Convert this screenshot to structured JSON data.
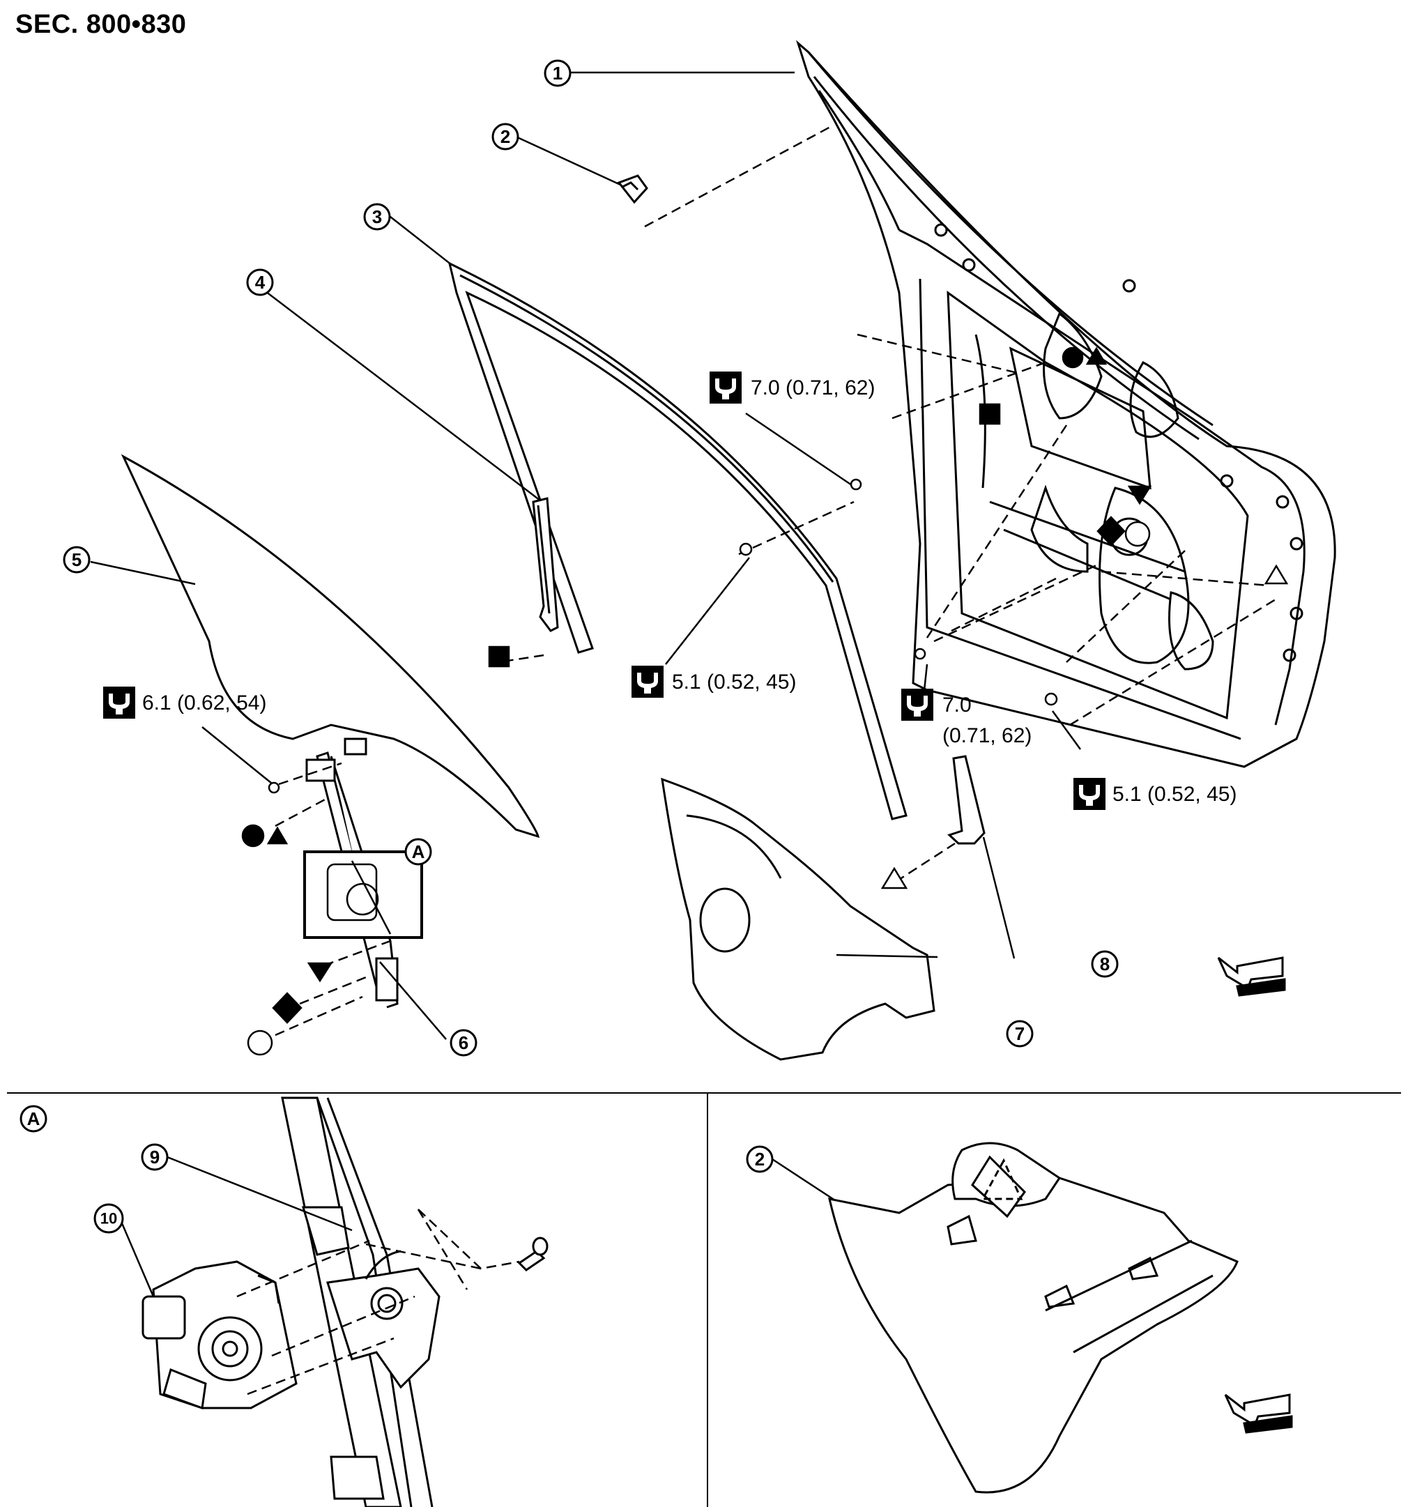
{
  "header": {
    "section": "SEC. 800•830"
  },
  "callouts": {
    "p1": "1",
    "p2": "2",
    "p3": "3",
    "p4": "4",
    "p5": "5",
    "p6": "6",
    "p7": "7",
    "p8": "8",
    "p9": "9",
    "p10": "10",
    "a": "A",
    "inset_a": "A",
    "inset_2": "2"
  },
  "torques": {
    "t1": "7.0 (0.71, 62)",
    "t2": "5.1 (0.52, 45)",
    "t3": "6.1 (0.62, 54)",
    "t4_line1": "7.0",
    "t4_line2": "(0.71, 62)",
    "t5": "5.1 (0.52, 45)"
  },
  "icons": {
    "torque": "torque-wrench-icon",
    "front": "vehicle-front-arrow-icon",
    "markers": [
      "filled-circle",
      "filled-triangle",
      "filled-square",
      "filled-inverted-triangle",
      "filled-diamond",
      "open-circle",
      "open-triangle"
    ]
  }
}
